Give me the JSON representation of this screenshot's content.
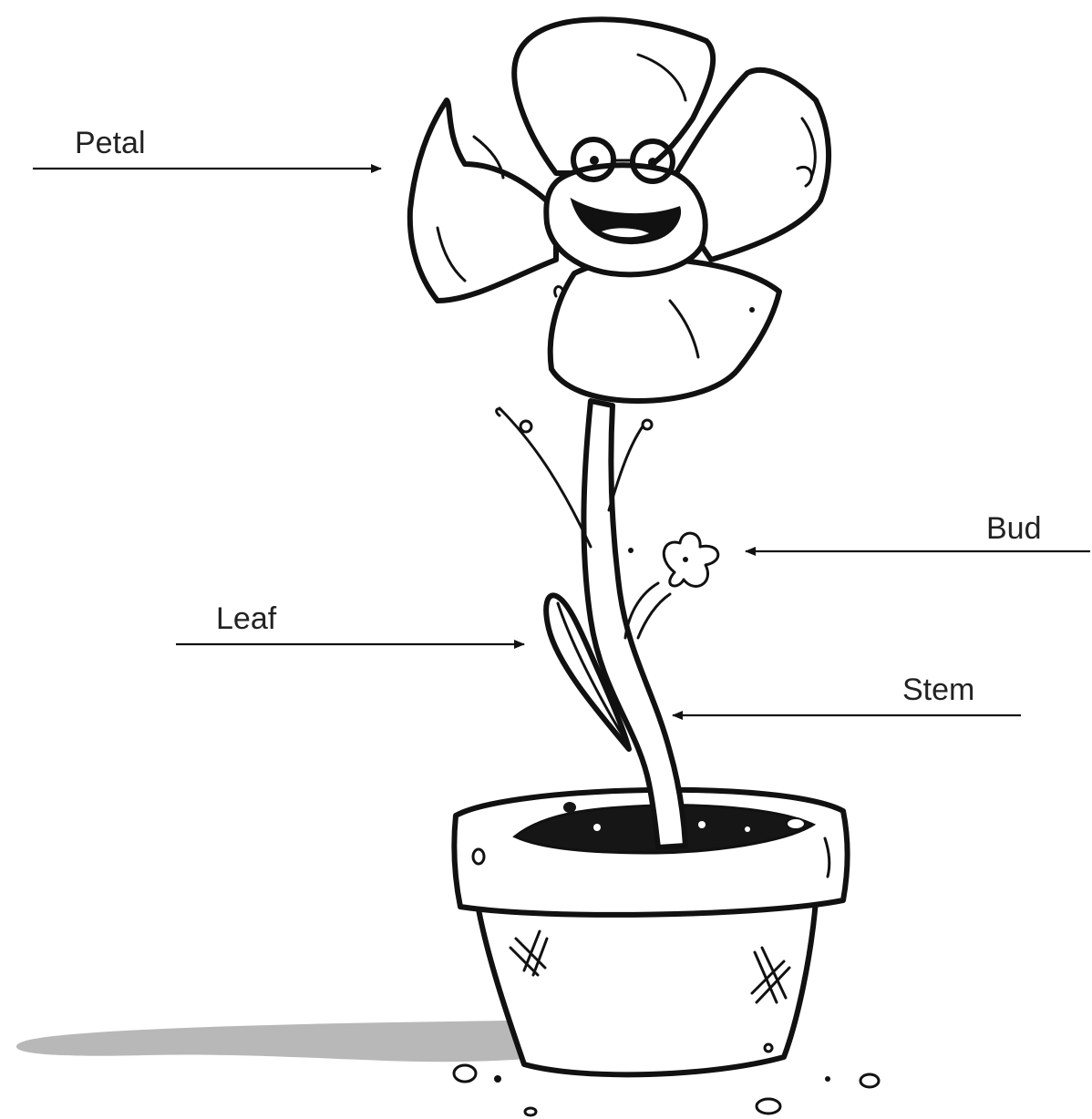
{
  "labels": {
    "petal": "Petal",
    "bud": "Bud",
    "leaf": "Leaf",
    "stem": "Stem"
  },
  "colors": {
    "ink": "#111111",
    "label_text": "#222222",
    "background": "#ffffff",
    "shadow": "#b8b8b8",
    "soil": "#161616"
  }
}
